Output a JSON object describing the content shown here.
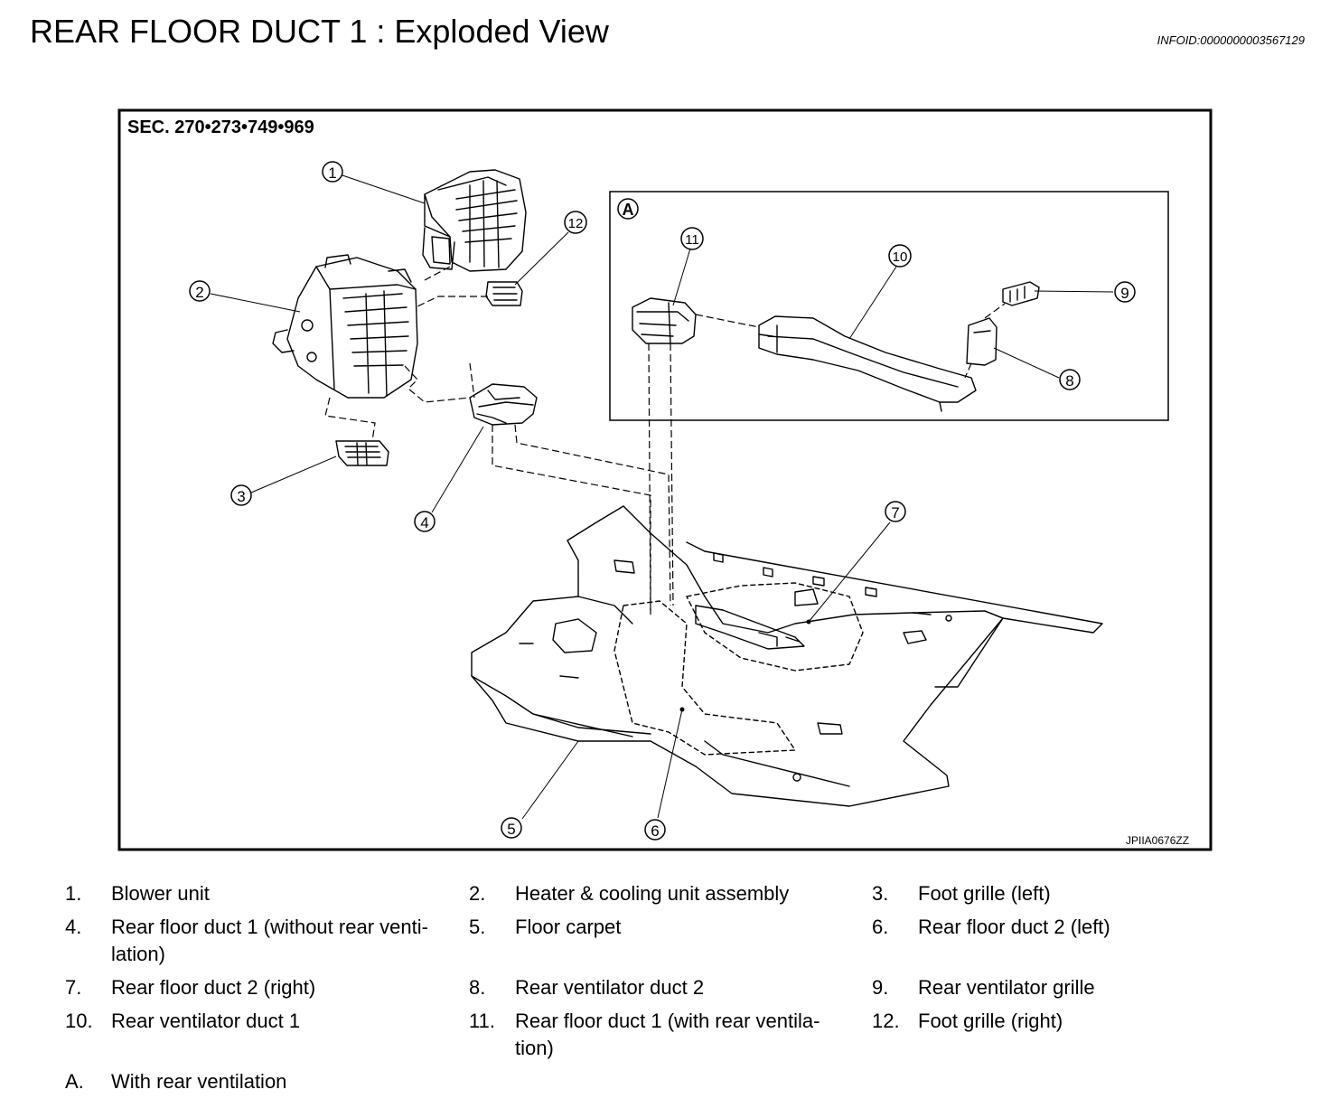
{
  "header": {
    "title": "REAR FLOOR DUCT 1 : Exploded View",
    "info_id": "INFOID:0000000003567129"
  },
  "figure": {
    "section_label": "SEC. 270•273•749•969",
    "image_code": "JPIIA0676ZZ",
    "inset_label": "A",
    "callouts": [
      "1",
      "2",
      "3",
      "4",
      "5",
      "6",
      "7",
      "8",
      "9",
      "10",
      "11",
      "12"
    ]
  },
  "legend": {
    "items": [
      {
        "num": "1.",
        "text": "Blower unit"
      },
      {
        "num": "2.",
        "text": "Heater & cooling unit assembly"
      },
      {
        "num": "3.",
        "text": "Foot grille (left)"
      },
      {
        "num": "4.",
        "text": "Rear floor duct 1 (without rear venti-\nlation)"
      },
      {
        "num": "5.",
        "text": "Floor carpet"
      },
      {
        "num": "6.",
        "text": "Rear floor duct 2 (left)"
      },
      {
        "num": "7.",
        "text": "Rear floor duct 2 (right)"
      },
      {
        "num": "8.",
        "text": "Rear ventilator duct 2"
      },
      {
        "num": "9.",
        "text": "Rear ventilator grille"
      },
      {
        "num": "10.",
        "text": "Rear ventilator duct 1"
      },
      {
        "num": "11.",
        "text": "Rear floor duct 1 (with rear ventila-\ntion)"
      },
      {
        "num": "12.",
        "text": "Foot grille (right)"
      },
      {
        "num": "A.",
        "text": "With rear ventilation"
      }
    ]
  }
}
